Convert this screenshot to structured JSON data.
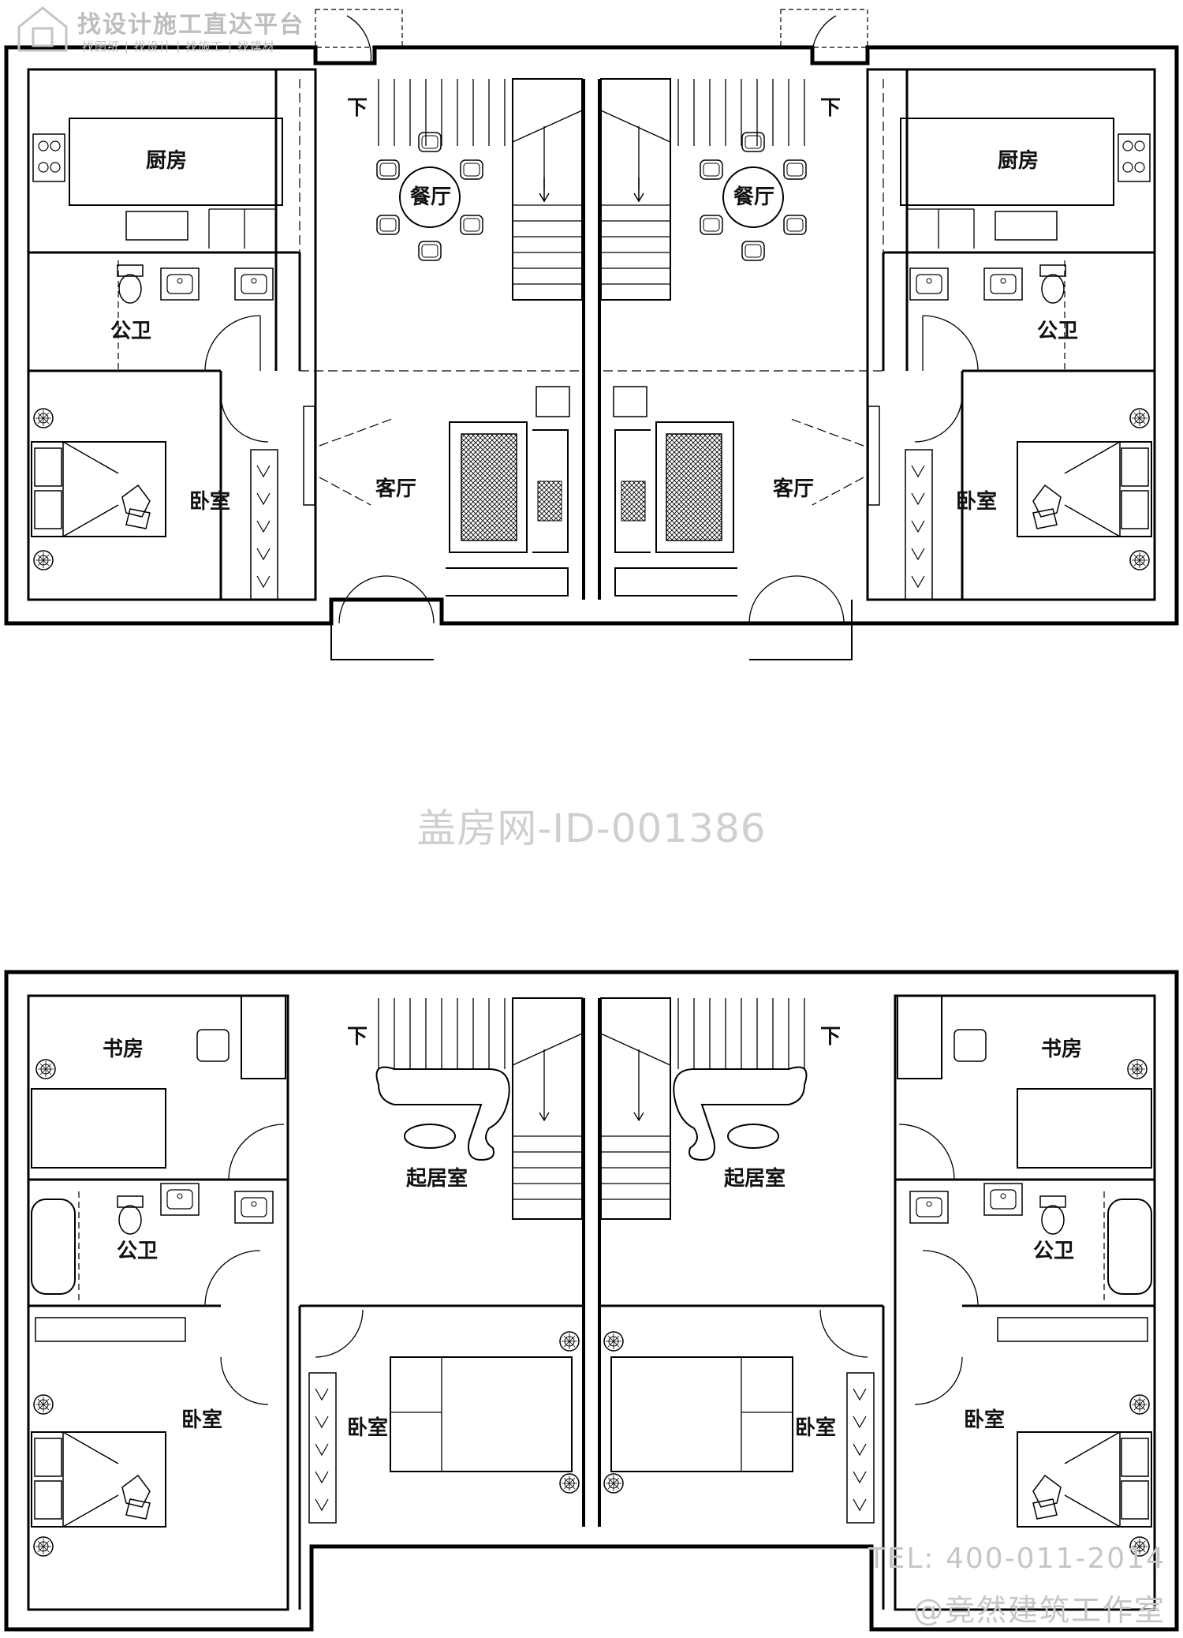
{
  "watermark": {
    "platform_title": "找设计施工直达平台",
    "platform_subtitle": "找图纸 | 找设计 | 找施工 | 找建材",
    "center_id": "盖房网-ID-001386",
    "tel": "TEL: 400-011-2014",
    "studio": "@竟然建筑工作室"
  },
  "floor1": {
    "left": {
      "kitchen": "厨房",
      "dining": "餐厅",
      "bath": "公卫",
      "bedroom": "卧室",
      "living": "客厅",
      "stair_down": "下"
    },
    "right": {
      "kitchen": "厨房",
      "dining": "餐厅",
      "bath": "公卫",
      "bedroom": "卧室",
      "living": "客厅",
      "stair_down": "下"
    }
  },
  "floor2": {
    "left": {
      "study": "书房",
      "family_room": "起居室",
      "bath": "公卫",
      "bedroom_outer": "卧室",
      "bedroom_inner": "卧室",
      "stair_down": "下"
    },
    "right": {
      "study": "书房",
      "family_room": "起居室",
      "bath": "公卫",
      "bedroom_outer": "卧室",
      "bedroom_inner": "卧室",
      "stair_down": "下"
    }
  },
  "colors": {
    "line": "#000000",
    "background": "#ffffff",
    "watermark": "#c8c8c8"
  }
}
